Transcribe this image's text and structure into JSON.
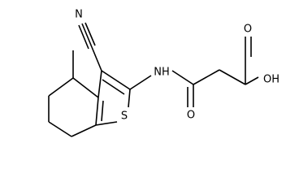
{
  "molecule": {
    "atoms": {
      "nitrile_n": "N",
      "amide_nh": "NH",
      "thiophene_s": "S",
      "carbonyl_o": "O",
      "acid_oh": "OH",
      "acid_o": "O"
    },
    "bond_color": "#000000",
    "label_color": "#000000"
  }
}
